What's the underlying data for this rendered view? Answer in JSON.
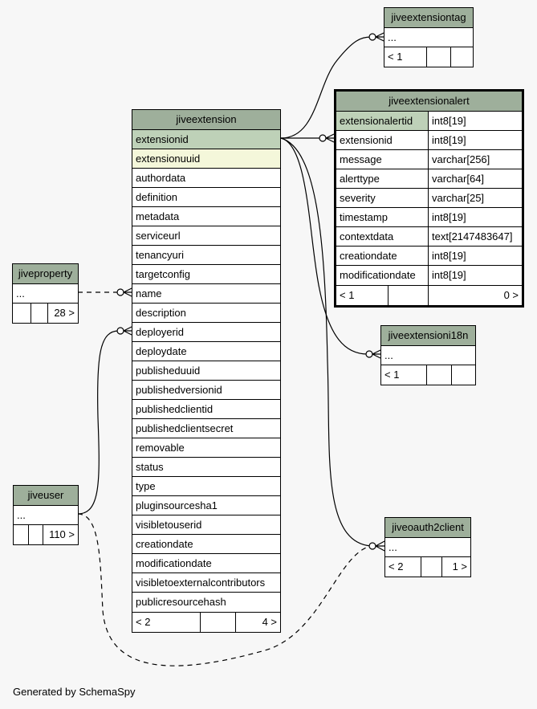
{
  "tables": {
    "jiveextension": {
      "title": "jiveextension",
      "columns": [
        "extensionid",
        "extensionuuid",
        "authordata",
        "definition",
        "metadata",
        "serviceurl",
        "tenancyuri",
        "targetconfig",
        "name",
        "description",
        "deployerid",
        "deploydate",
        "publisheduuid",
        "publishedversionid",
        "publishedclientid",
        "publishedclientsecret",
        "removable",
        "status",
        "type",
        "pluginsourcesha1",
        "visibletouserid",
        "creationdate",
        "modificationdate",
        "visibletoexternalcontributors",
        "publicresourcehash"
      ],
      "footer": [
        "< 2",
        "",
        "4 >"
      ]
    },
    "jiveextensiontag": {
      "title": "jiveextensiontag",
      "rows": [
        "..."
      ],
      "footer": [
        "< 1",
        "",
        ""
      ]
    },
    "jiveextensionalert": {
      "title": "jiveextensionalert",
      "columns": [
        {
          "name": "extensionalertid",
          "type": "int8[19]"
        },
        {
          "name": "extensionid",
          "type": "int8[19]"
        },
        {
          "name": "message",
          "type": "varchar[256]"
        },
        {
          "name": "alerttype",
          "type": "varchar[64]"
        },
        {
          "name": "severity",
          "type": "varchar[25]"
        },
        {
          "name": "timestamp",
          "type": "int8[19]"
        },
        {
          "name": "contextdata",
          "type": "text[2147483647]"
        },
        {
          "name": "creationdate",
          "type": "int8[19]"
        },
        {
          "name": "modificationdate",
          "type": "int8[19]"
        }
      ],
      "footer": [
        "< 1",
        "",
        "0 >"
      ]
    },
    "jiveproperty": {
      "title": "jiveproperty",
      "rows": [
        "..."
      ],
      "footer": [
        "",
        "",
        "28 >"
      ]
    },
    "jiveextensioni18n": {
      "title": "jiveextensioni18n",
      "rows": [
        "..."
      ],
      "footer": [
        "< 1",
        "",
        ""
      ]
    },
    "jiveuser": {
      "title": "jiveuser",
      "rows": [
        "..."
      ],
      "footer": [
        "",
        "",
        "110 >"
      ]
    },
    "jiveoauth2client": {
      "title": "jiveoauth2client",
      "rows": [
        "..."
      ],
      "footer": [
        "< 2",
        "",
        "1 >"
      ]
    }
  },
  "colors": {
    "header": "#9eaf9b",
    "primary_key_row": "#bed1b8",
    "indexed_row": "#f4f7da",
    "background": "#f7f7f7"
  },
  "generated_by": "Generated by SchemaSpy"
}
